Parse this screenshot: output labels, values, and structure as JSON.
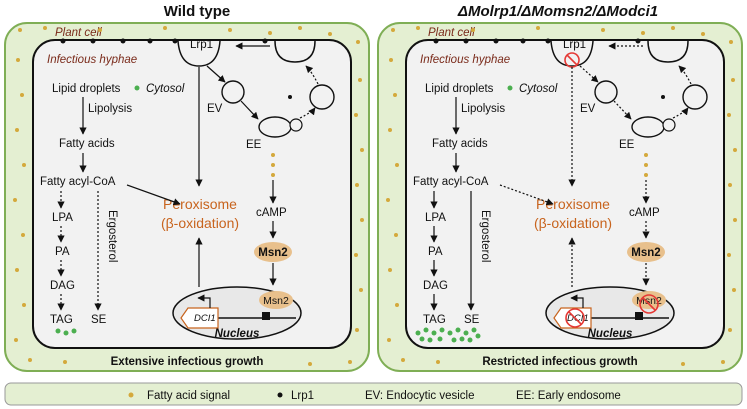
{
  "panels": [
    {
      "title": "Wild type",
      "plant_cell": "Plant cell",
      "hyphae": "Infectious hyphae",
      "cytosol": "Cytosol",
      "lipid_droplets": "Lipid droplets",
      "lipolysis": "Lipolysis",
      "fatty_acids": "Fatty acids",
      "acyl_coa": "Fatty acyl-CoA",
      "lpa": "LPA",
      "pa": "PA",
      "dag": "DAG",
      "tag": "TAG",
      "se": "SE",
      "ergosterol": "Ergosterol",
      "peroxisome": "Peroxisome",
      "beta_ox": "(β-oxidation)",
      "lrp1": "Lrp1",
      "ev": "EV",
      "ee": "EE",
      "camp": "cAMP",
      "msn2": "Msn2",
      "msn2_nuc": "Msn2",
      "dci1": "DCI1",
      "nucleus": "Nucleus",
      "footer": "Extensive infectious growth"
    },
    {
      "title": "ΔMolrp1/ΔMomsn2/ΔModci1",
      "plant_cell": "Plant cell",
      "hyphae": "Infectious hyphae",
      "cytosol": "Cytosol",
      "lipid_droplets": "Lipid droplets",
      "lipolysis": "Lipolysis",
      "fatty_acids": "Fatty acids",
      "acyl_coa": "Fatty acyl-CoA",
      "lpa": "LPA",
      "pa": "PA",
      "dag": "DAG",
      "tag": "TAG",
      "se": "SE",
      "ergosterol": "Ergosterol",
      "peroxisome": "Peroxisome",
      "beta_ox": "(β-oxidation)",
      "lrp1": "Lrp1",
      "ev": "EV",
      "ee": "EE",
      "camp": "cAMP",
      "msn2": "Msn2",
      "msn2_nuc": "Msn2",
      "dci1": "DCI1",
      "nucleus": "Nucleus",
      "footer": "Restricted infectious growth"
    }
  ],
  "legend": {
    "fatty_acid_signal": "Fatty acid signal",
    "lrp1": "Lrp1",
    "ev": "EV: Endocytic vesicle",
    "ee": "EE: Early endosome"
  },
  "colors": {
    "plant_fill": "#e4efd2",
    "plant_stroke": "#7fae55",
    "signal_dot": "#d4a93c",
    "lipid_green": "#4caf50",
    "orange_text": "#c8641e",
    "msn2_fill": "#e8c08c",
    "inhibit_red": "#e53935"
  }
}
